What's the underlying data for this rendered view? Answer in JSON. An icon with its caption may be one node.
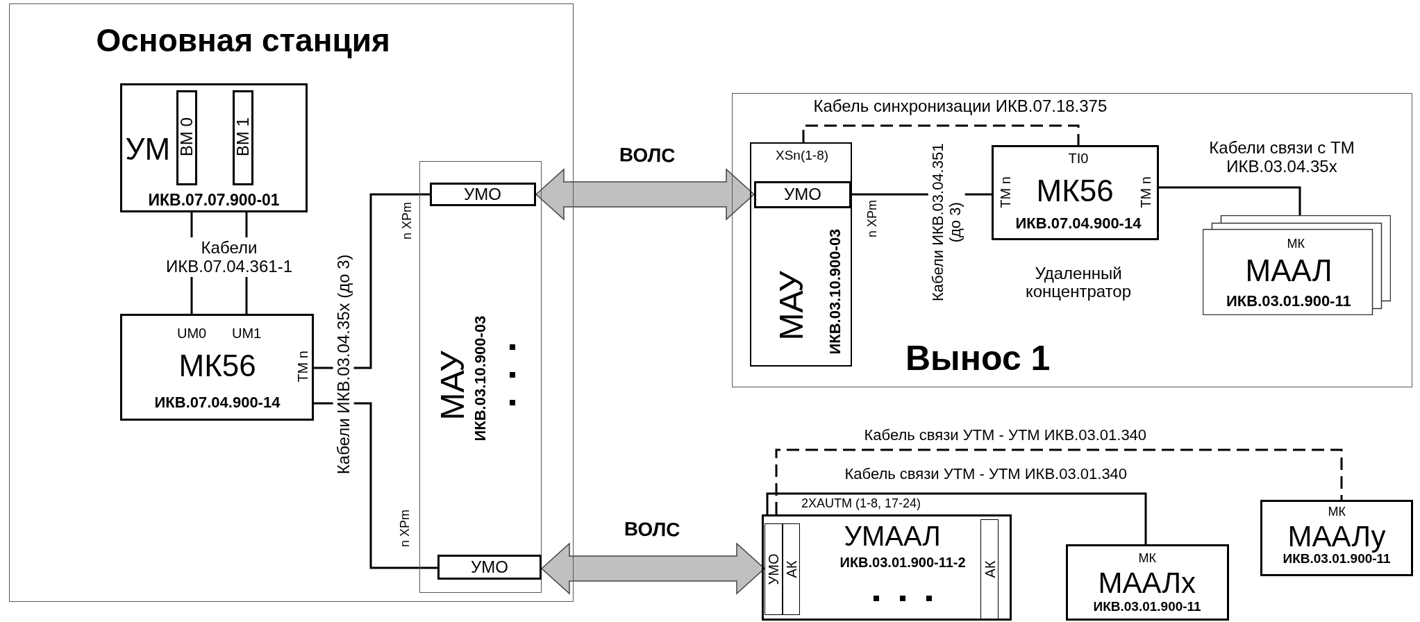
{
  "diagram": {
    "nodes": [
      {
        "text": [
          "Основная станция"
        ]
      },
      {
        "text": [
          "УМ",
          "ИКВ.07.07.900-01"
        ],
        "in": 0
      },
      {
        "text": [
          "ВМ 0"
        ],
        "in": 1
      },
      {
        "text": [
          "ВМ 1"
        ],
        "in": 1
      },
      {
        "text": [
          "UM0",
          "UM1",
          "МК56",
          "ТМ n",
          "ИКВ.07.04.900-14"
        ],
        "in": 0
      },
      {
        "text": [
          "МАУ",
          "ИКВ.03.10.900-03"
        ],
        "in": 0
      },
      {
        "text": [
          "УМО"
        ],
        "in": 5,
        "beside": [
          "n XPm"
        ]
      },
      {
        "text": [
          "УМО"
        ],
        "in": 5,
        "beside": [
          "n XPm"
        ]
      },
      {
        "text": [
          "Вынос 1"
        ]
      },
      {
        "text": [
          "XSn(1-8)",
          "МАУ",
          "ИКВ.03.10.900-03"
        ],
        "in": 8
      },
      {
        "text": [
          "УМО"
        ],
        "in": 9,
        "beside": [
          "n XPm"
        ]
      },
      {
        "text": [
          "TI0",
          "ТМ n",
          "МК56",
          "ТМ n",
          "ИКВ.07.04.900-14"
        ],
        "in": 8,
        "beside": [
          "Удаленный концентратор"
        ]
      },
      {
        "text": [
          "МК",
          "МААЛ",
          "ИКВ.03.01.900-11"
        ],
        "in": 8
      },
      {
        "text": [
          "УМААЛ",
          "ИКВ.03.01.900-11-2"
        ],
        "beside": [
          "2XAUTM (1-8, 17-24)"
        ]
      },
      {
        "text": [
          "УМО"
        ],
        "in": 13
      },
      {
        "text": [
          "АК"
        ],
        "in": 13
      },
      {
        "text": [
          "АК"
        ],
        "in": 13
      },
      {
        "text": [
          "МК",
          "МААЛх",
          "ИКВ.03.01.900-11"
        ]
      },
      {
        "text": [
          "МК",
          "МААЛу",
          "ИКВ.03.01.900-11"
        ]
      }
    ],
    "edges": [
      {
        "from": 1,
        "to": 4,
        "arrow": "none",
        "label": "Кабели ИКВ.07.04.361-1"
      },
      {
        "from": 1,
        "to": 4,
        "arrow": "none"
      },
      {
        "from": 4,
        "to": 6,
        "arrow": "none",
        "label": "Кабели ИКВ.03.04.35x (до 3)"
      },
      {
        "from": 4,
        "to": 7,
        "arrow": "none"
      },
      {
        "from": 6,
        "to": 10,
        "arrow": "both",
        "label": "ВОЛС",
        "style": "thick",
        "color": "#c0c0c0"
      },
      {
        "from": 7,
        "to": 14,
        "arrow": "both",
        "label": "ВОЛС",
        "style": "thick",
        "color": "#c0c0c0"
      },
      {
        "from": 10,
        "to": 11,
        "arrow": "none",
        "label": "Кабели ИКВ.03.04.351 (до 3)"
      },
      {
        "from": 9,
        "to": 11,
        "arrow": "none",
        "label": "Кабель синхронизации ИКВ.07.18.375",
        "style": "dashed"
      },
      {
        "from": 11,
        "to": 12,
        "arrow": "none",
        "label": "Кабели связи с ТМ ИКВ.03.04.35x"
      },
      {
        "from": 13,
        "to": 17,
        "arrow": "none",
        "label": "Кабель связи УТМ - УТМ ИКВ.03.01.340"
      },
      {
        "from": 13,
        "to": 18,
        "arrow": "none",
        "label": "Кабель связи УТМ - УТМ ИКВ.03.01.340",
        "style": "dashed"
      }
    ]
  }
}
